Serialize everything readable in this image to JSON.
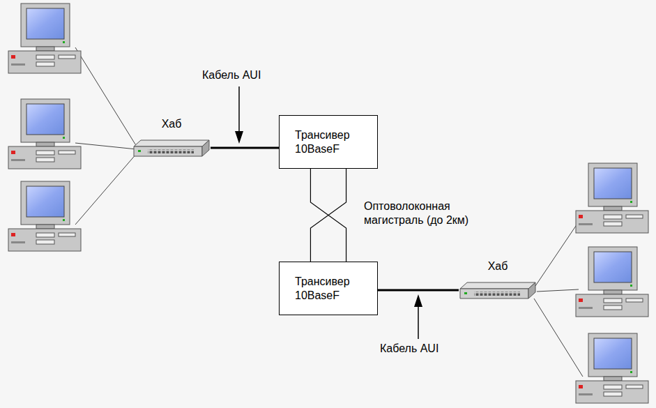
{
  "diagram": {
    "nodes": [
      {
        "text": [
          "Хаб"
        ]
      },
      {
        "text": [
          "Трансивер 10BaseF"
        ]
      },
      {
        "text": [
          "Трансивер 10BaseF"
        ]
      },
      {
        "text": [
          "Хаб"
        ]
      }
    ],
    "edges": [
      {
        "from": 0,
        "to": 1,
        "arrow": "none"
      },
      {
        "from": 1,
        "to": 2,
        "arrow": "none"
      },
      {
        "from": 1,
        "to": 2,
        "arrow": "none"
      },
      {
        "from": 2,
        "to": 3,
        "arrow": "none"
      }
    ],
    "labels": [
      "Кабель AUI",
      "Оптоволоконная магистраль (до 2км)",
      "Кабель AUI"
    ]
  }
}
